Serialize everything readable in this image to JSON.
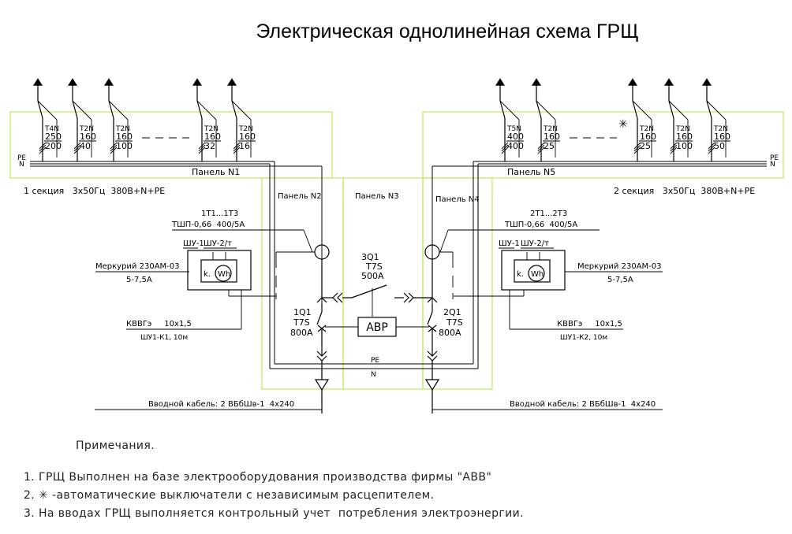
{
  "title": "Электрическая однолинейная схема ГРЩ",
  "bus_labels": {
    "pe": "PE",
    "n": "N"
  },
  "panels": {
    "p1": "Панель N1",
    "p2": "Панель N2",
    "p3": "Панель N3",
    "p4": "Панель N4",
    "p5": "Панель N5"
  },
  "sections": {
    "left": "1 секция   3x50Гц  380В+N+PE",
    "right": "2 секция   3x50Гц  380В+N+PE"
  },
  "feeders_left": [
    {
      "type": "T4N",
      "rated": "250",
      "setting": "200"
    },
    {
      "type": "T2N",
      "rated": "160",
      "setting": "40"
    },
    {
      "type": "T2N",
      "rated": "160",
      "setting": "100"
    },
    {
      "type": "T2N",
      "rated": "160",
      "setting": "32"
    },
    {
      "type": "T2N",
      "rated": "160",
      "setting": "16"
    }
  ],
  "feeders_right": [
    {
      "type": "T5N",
      "rated": "400",
      "setting": "400"
    },
    {
      "type": "T2N",
      "rated": "160",
      "setting": "25"
    },
    {
      "type": "T2N",
      "rated": "160",
      "setting": "25",
      "star": "✳"
    },
    {
      "type": "T2N",
      "rated": "160",
      "setting": "100"
    },
    {
      "type": "T2N",
      "rated": "160",
      "setting": "50"
    }
  ],
  "ct_left": {
    "name": "1Т1...1Т3",
    "spec": "ТШП-0,66  400/5А"
  },
  "ct_right": {
    "name": "2Т1...2Т3",
    "spec": "ТШП-0,66  400/5А"
  },
  "meter_left": {
    "box1": "ШУ-1",
    "box2": "ШУ-2/т",
    "meter": "Меркурий 230АМ-03",
    "current": "5-7,5А",
    "cable": "КВВГэ     10х1,5",
    "cable_id": "ШУ1-К1, 10м"
  },
  "meter_right": {
    "box1": "ШУ-1",
    "box2": "ШУ-2/т",
    "meter": "Меркурий 230АМ-03",
    "current": "5-7,5А",
    "cable": "КВВГэ     10х1,5",
    "cable_id": "ШУ1-К2, 10м"
  },
  "meter_symbol": {
    "k": "k.",
    "wh": "Wh"
  },
  "breakers": {
    "q1": {
      "name": "1Q1",
      "type": "T7S",
      "rating": "800А"
    },
    "q2": {
      "name": "2Q1",
      "type": "T7S",
      "rating": "800А"
    },
    "q3": {
      "name": "3Q1",
      "type": "T7S",
      "rating": "500А"
    }
  },
  "avr": "АВР",
  "input_cable_left": "Вводной кабель: 2 ВБбШв-1  4х240",
  "input_cable_right": "Вводной кабель: 2 ВБбШв-1  4х240",
  "notes_title": "Примечания.",
  "notes": [
    "1. ГРЩ Выполнен на базе электрооборудования производства фирмы \"АВВ\"",
    "2. ✳ -автоматические выключатели с независимым расцепителем.",
    "3. На вводах ГРЩ выполняется контрольный учет  потребления электроэнергии."
  ]
}
